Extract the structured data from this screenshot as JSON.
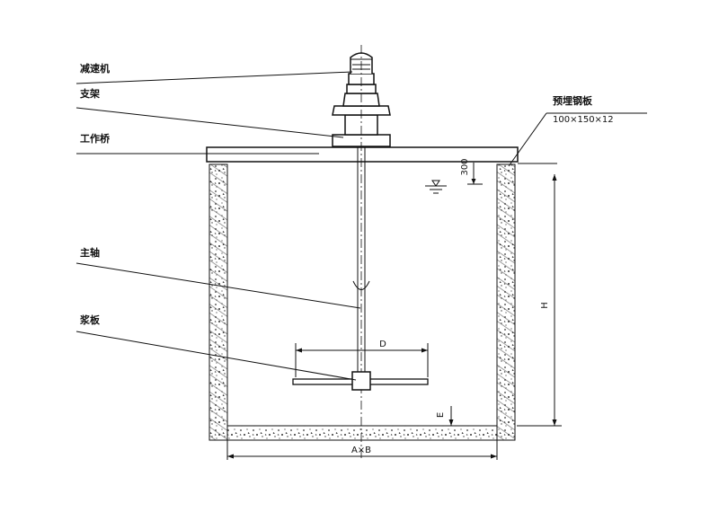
{
  "labels": {
    "reducer": "减速机",
    "support": "支架",
    "bridge": "工作桥",
    "shaft": "主轴",
    "paddle": "浆板",
    "plate_name": "预埋钢板",
    "plate_size": "100×150×12"
  },
  "dimensions": {
    "freeboard": "300",
    "height": "H",
    "diameter": "D",
    "clearance": "E",
    "tank_size": "A×B"
  },
  "colors": {
    "line": "#111111",
    "background": "#ffffff"
  }
}
